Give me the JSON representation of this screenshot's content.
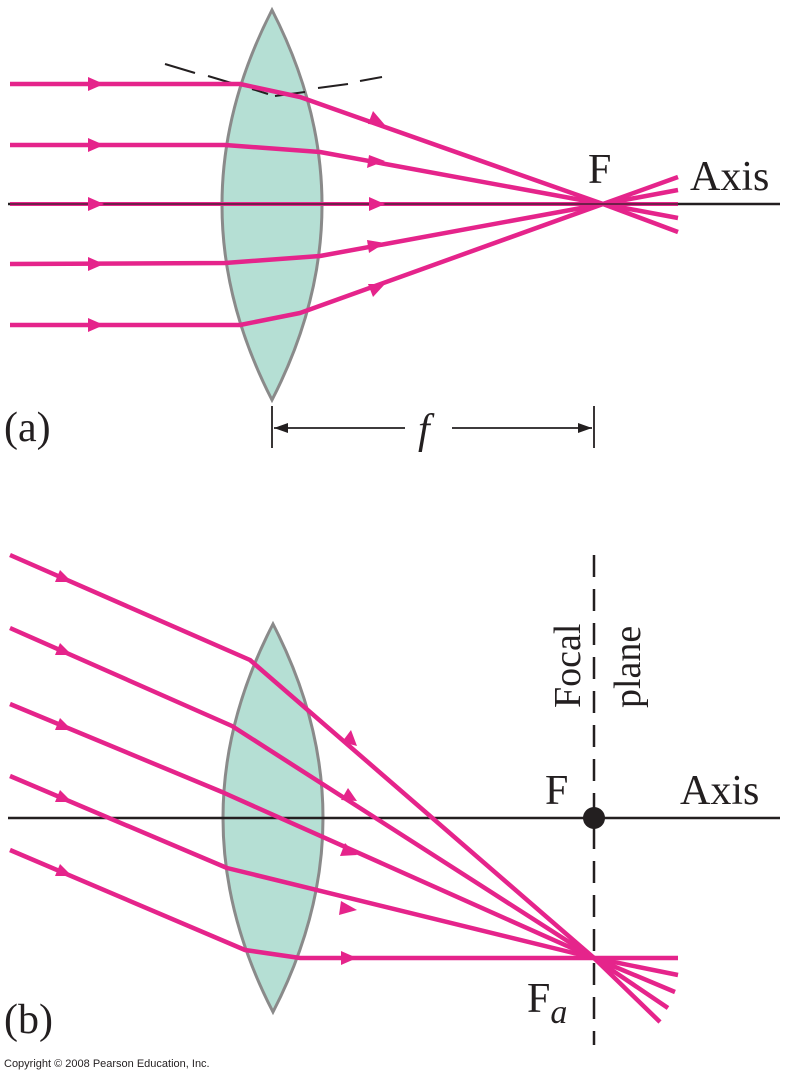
{
  "colors": {
    "ray": "#e5248b",
    "lens_fill": "#b5dfd4",
    "lens_stroke": "#8a8a8a",
    "line": "#231f20"
  },
  "panel_a": {
    "label": "(a)",
    "focal_point": "F",
    "axis": "Axis",
    "focal_length": "f"
  },
  "panel_b": {
    "label": "(b)",
    "focal_point": "F",
    "axis": "Axis",
    "focal_plane_line1": "Focal",
    "focal_plane_line2": "plane",
    "off_axis_focus": "F",
    "off_axis_subscript": "a"
  },
  "copyright": "Copyright © 2008 Pearson Education, Inc."
}
